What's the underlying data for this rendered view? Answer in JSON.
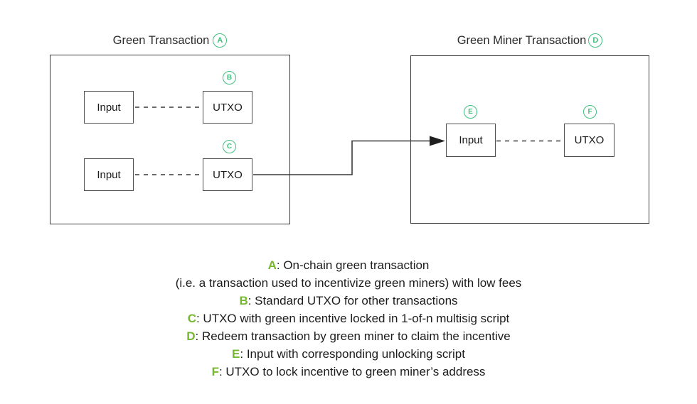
{
  "green_transaction": {
    "title": "Green Transaction",
    "label": "A",
    "input1": "Input",
    "utxo1": "UTXO",
    "utxo1_label": "B",
    "input2": "Input",
    "utxo2": "UTXO",
    "utxo2_label": "C"
  },
  "green_miner_transaction": {
    "title": "Green Miner Transaction",
    "label": "D",
    "input": "Input",
    "input_label": "E",
    "utxo": "UTXO",
    "utxo_label": "F"
  },
  "legend": {
    "items": [
      {
        "key": "A",
        "text": ": On-chain green transaction"
      },
      {
        "key": "",
        "text": "(i.e. a transaction used to incentivize green miners) with low fees"
      },
      {
        "key": "B",
        "text": ": Standard UTXO for other transactions"
      },
      {
        "key": "C",
        "text": ": UTXO with green incentive locked in 1-of-n multisig script"
      },
      {
        "key": "D",
        "text": ": Redeem transaction by green miner to claim the incentive"
      },
      {
        "key": "E",
        "text": ": Input with corresponding unlocking script"
      },
      {
        "key": "F",
        "text": ": UTXO to lock incentive to green miner’s address"
      }
    ]
  },
  "colors": {
    "circle_green": "#3fbe7d",
    "legend_green": "#76b82f",
    "line_color": "#3a3a3a",
    "text_color": "#1c1c1c"
  }
}
